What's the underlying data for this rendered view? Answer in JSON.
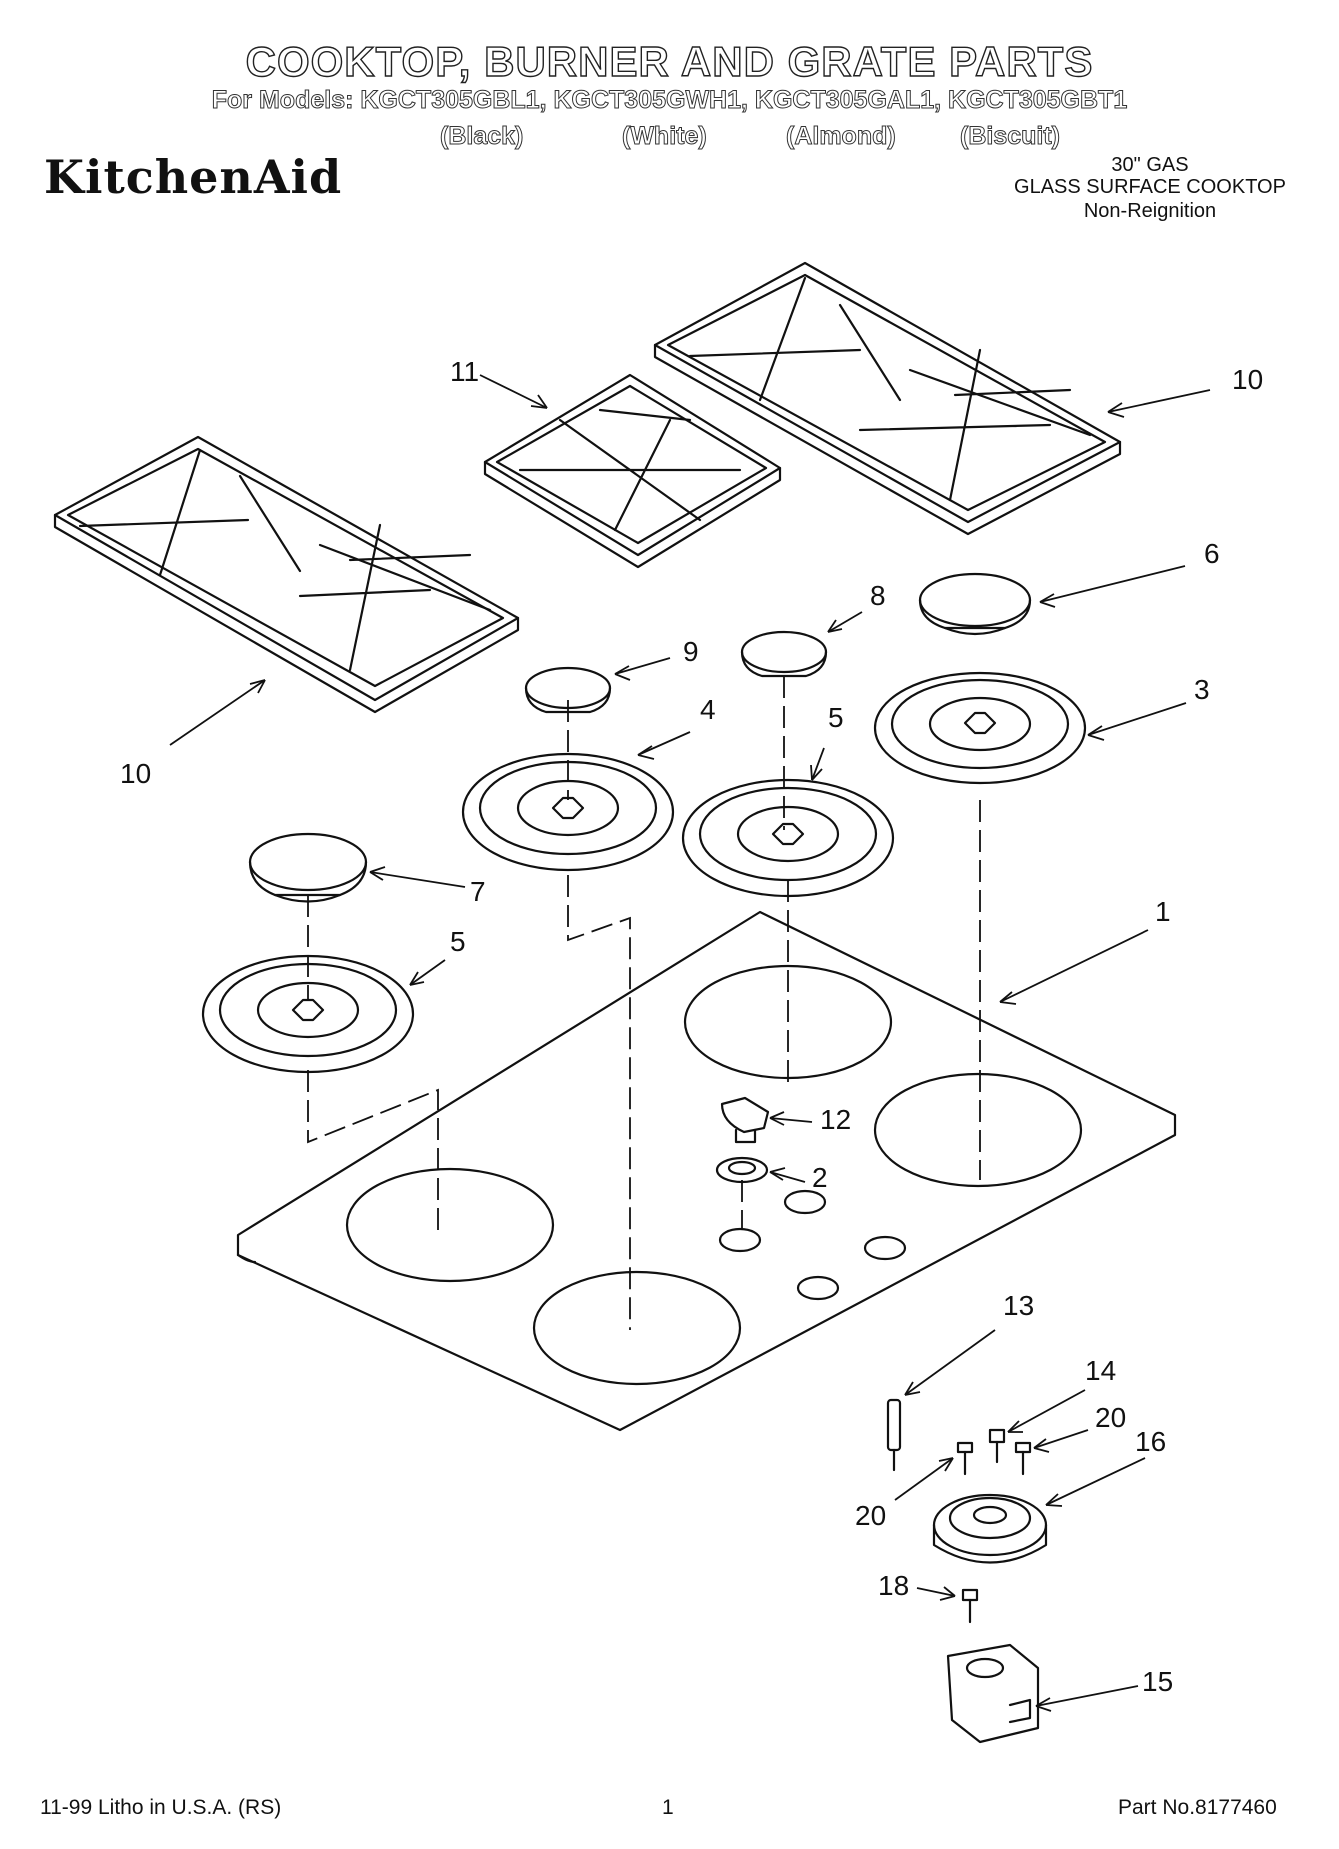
{
  "header": {
    "title": "COOKTOP, BURNER AND GRATE PARTS",
    "models_line": "For Models: KGCT305GBL1, KGCT305GWH1, KGCT305GAL1, KGCT305GBT1",
    "colors": [
      "(Black)",
      "(White)",
      "(Almond)",
      "(Biscuit)"
    ],
    "brand": "KitchenAid",
    "spec_lines": [
      "30\" GAS",
      "GLASS SURFACE COOKTOP",
      "Non-Reignition"
    ]
  },
  "diagram": {
    "callouts": [
      "11",
      "10",
      "10",
      "6",
      "8",
      "9",
      "4",
      "5",
      "3",
      "7",
      "5",
      "1",
      "12",
      "2",
      "13",
      "14",
      "20",
      "16",
      "20",
      "18",
      "15"
    ]
  },
  "footer": {
    "left": "11-99 Litho in U.S.A. (RS)",
    "center": "1",
    "right": "Part No.8177460"
  }
}
